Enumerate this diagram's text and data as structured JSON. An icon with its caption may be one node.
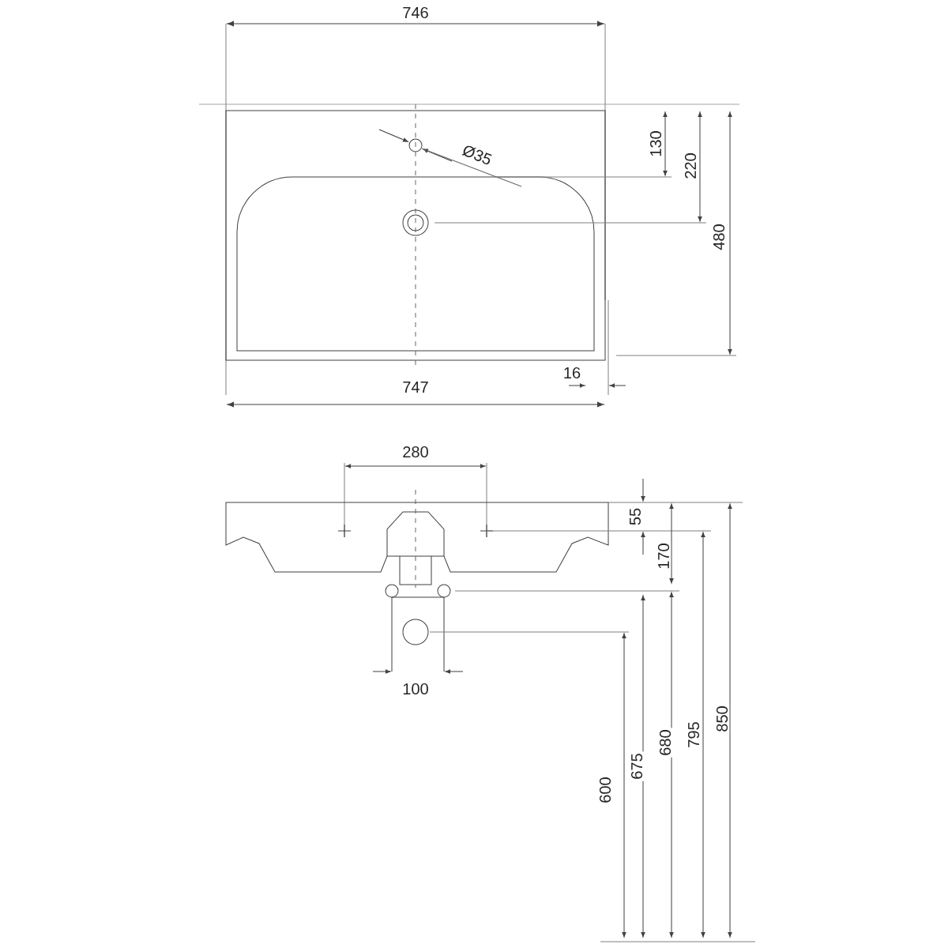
{
  "diagram": {
    "labels": [
      "746",
      "Ø35",
      "130",
      "220",
      "480",
      "16",
      "747",
      "280",
      "55",
      "170",
      "100",
      "600",
      "675",
      "680",
      "795",
      "850"
    ]
  }
}
